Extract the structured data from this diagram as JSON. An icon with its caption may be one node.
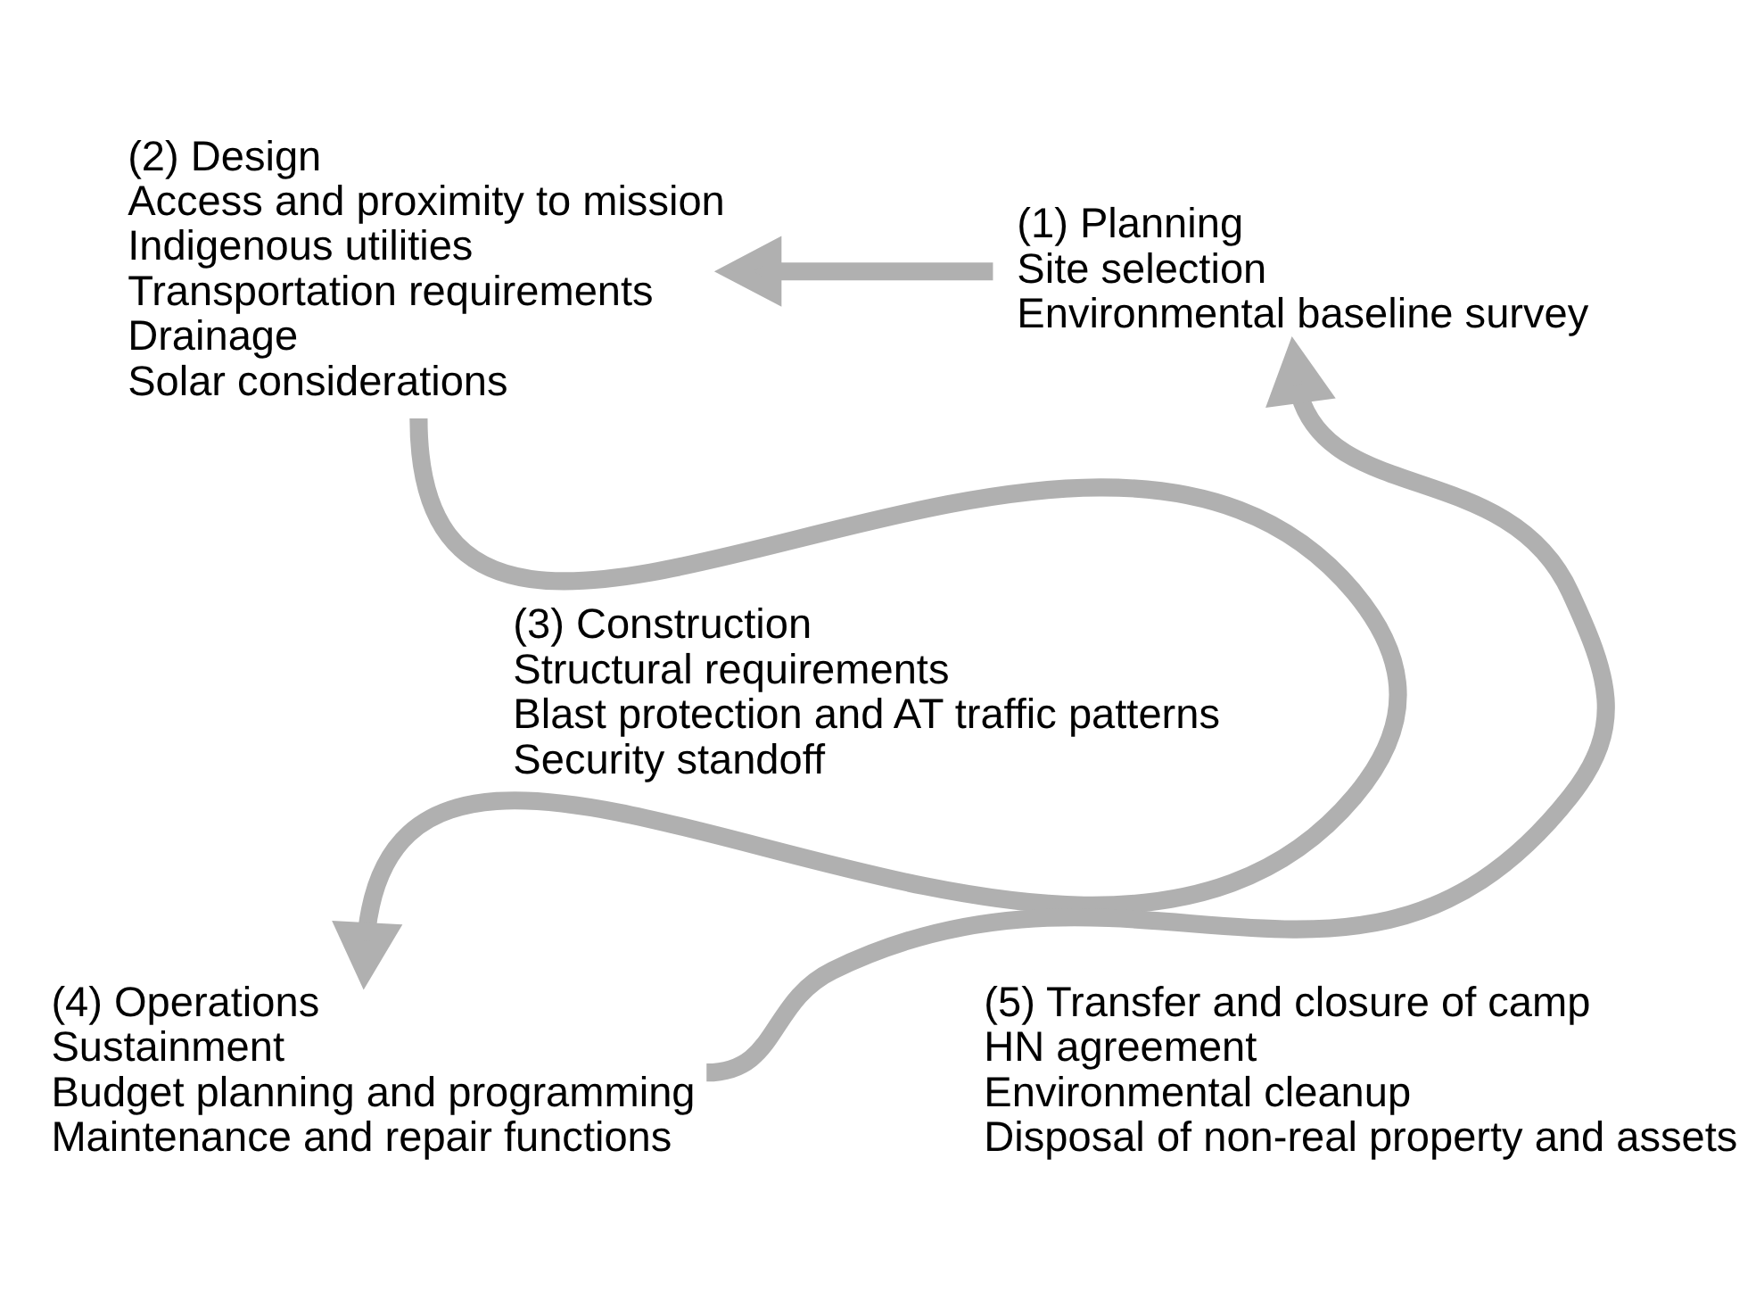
{
  "diagram": {
    "nodes": [
      {
        "text": [
          "(1) Planning",
          "Site selection",
          "Environmental baseline survey"
        ]
      },
      {
        "text": [
          "(2) Design",
          "Access and proximity to mission",
          "Indigenous utilities",
          "Transportation requirements",
          "Drainage",
          "Solar considerations"
        ]
      },
      {
        "text": [
          "(3) Construction",
          "Structural requirements",
          "Blast protection and AT traffic patterns",
          "Security standoff"
        ]
      },
      {
        "text": [
          "(4) Operations",
          "Sustainment",
          "Budget planning and programming",
          "Maintenance and repair functions"
        ]
      },
      {
        "text": [
          "(5) Transfer and closure of camp",
          "HN agreement",
          "Environmental cleanup",
          "Disposal of non-real property and assets"
        ]
      }
    ],
    "edges": [
      {
        "from": 0,
        "to": 1,
        "arrow": "to"
      },
      {
        "from": 1,
        "to": 3,
        "arrow": "to"
      },
      {
        "from": 3,
        "to": 0,
        "arrow": "to"
      }
    ]
  }
}
